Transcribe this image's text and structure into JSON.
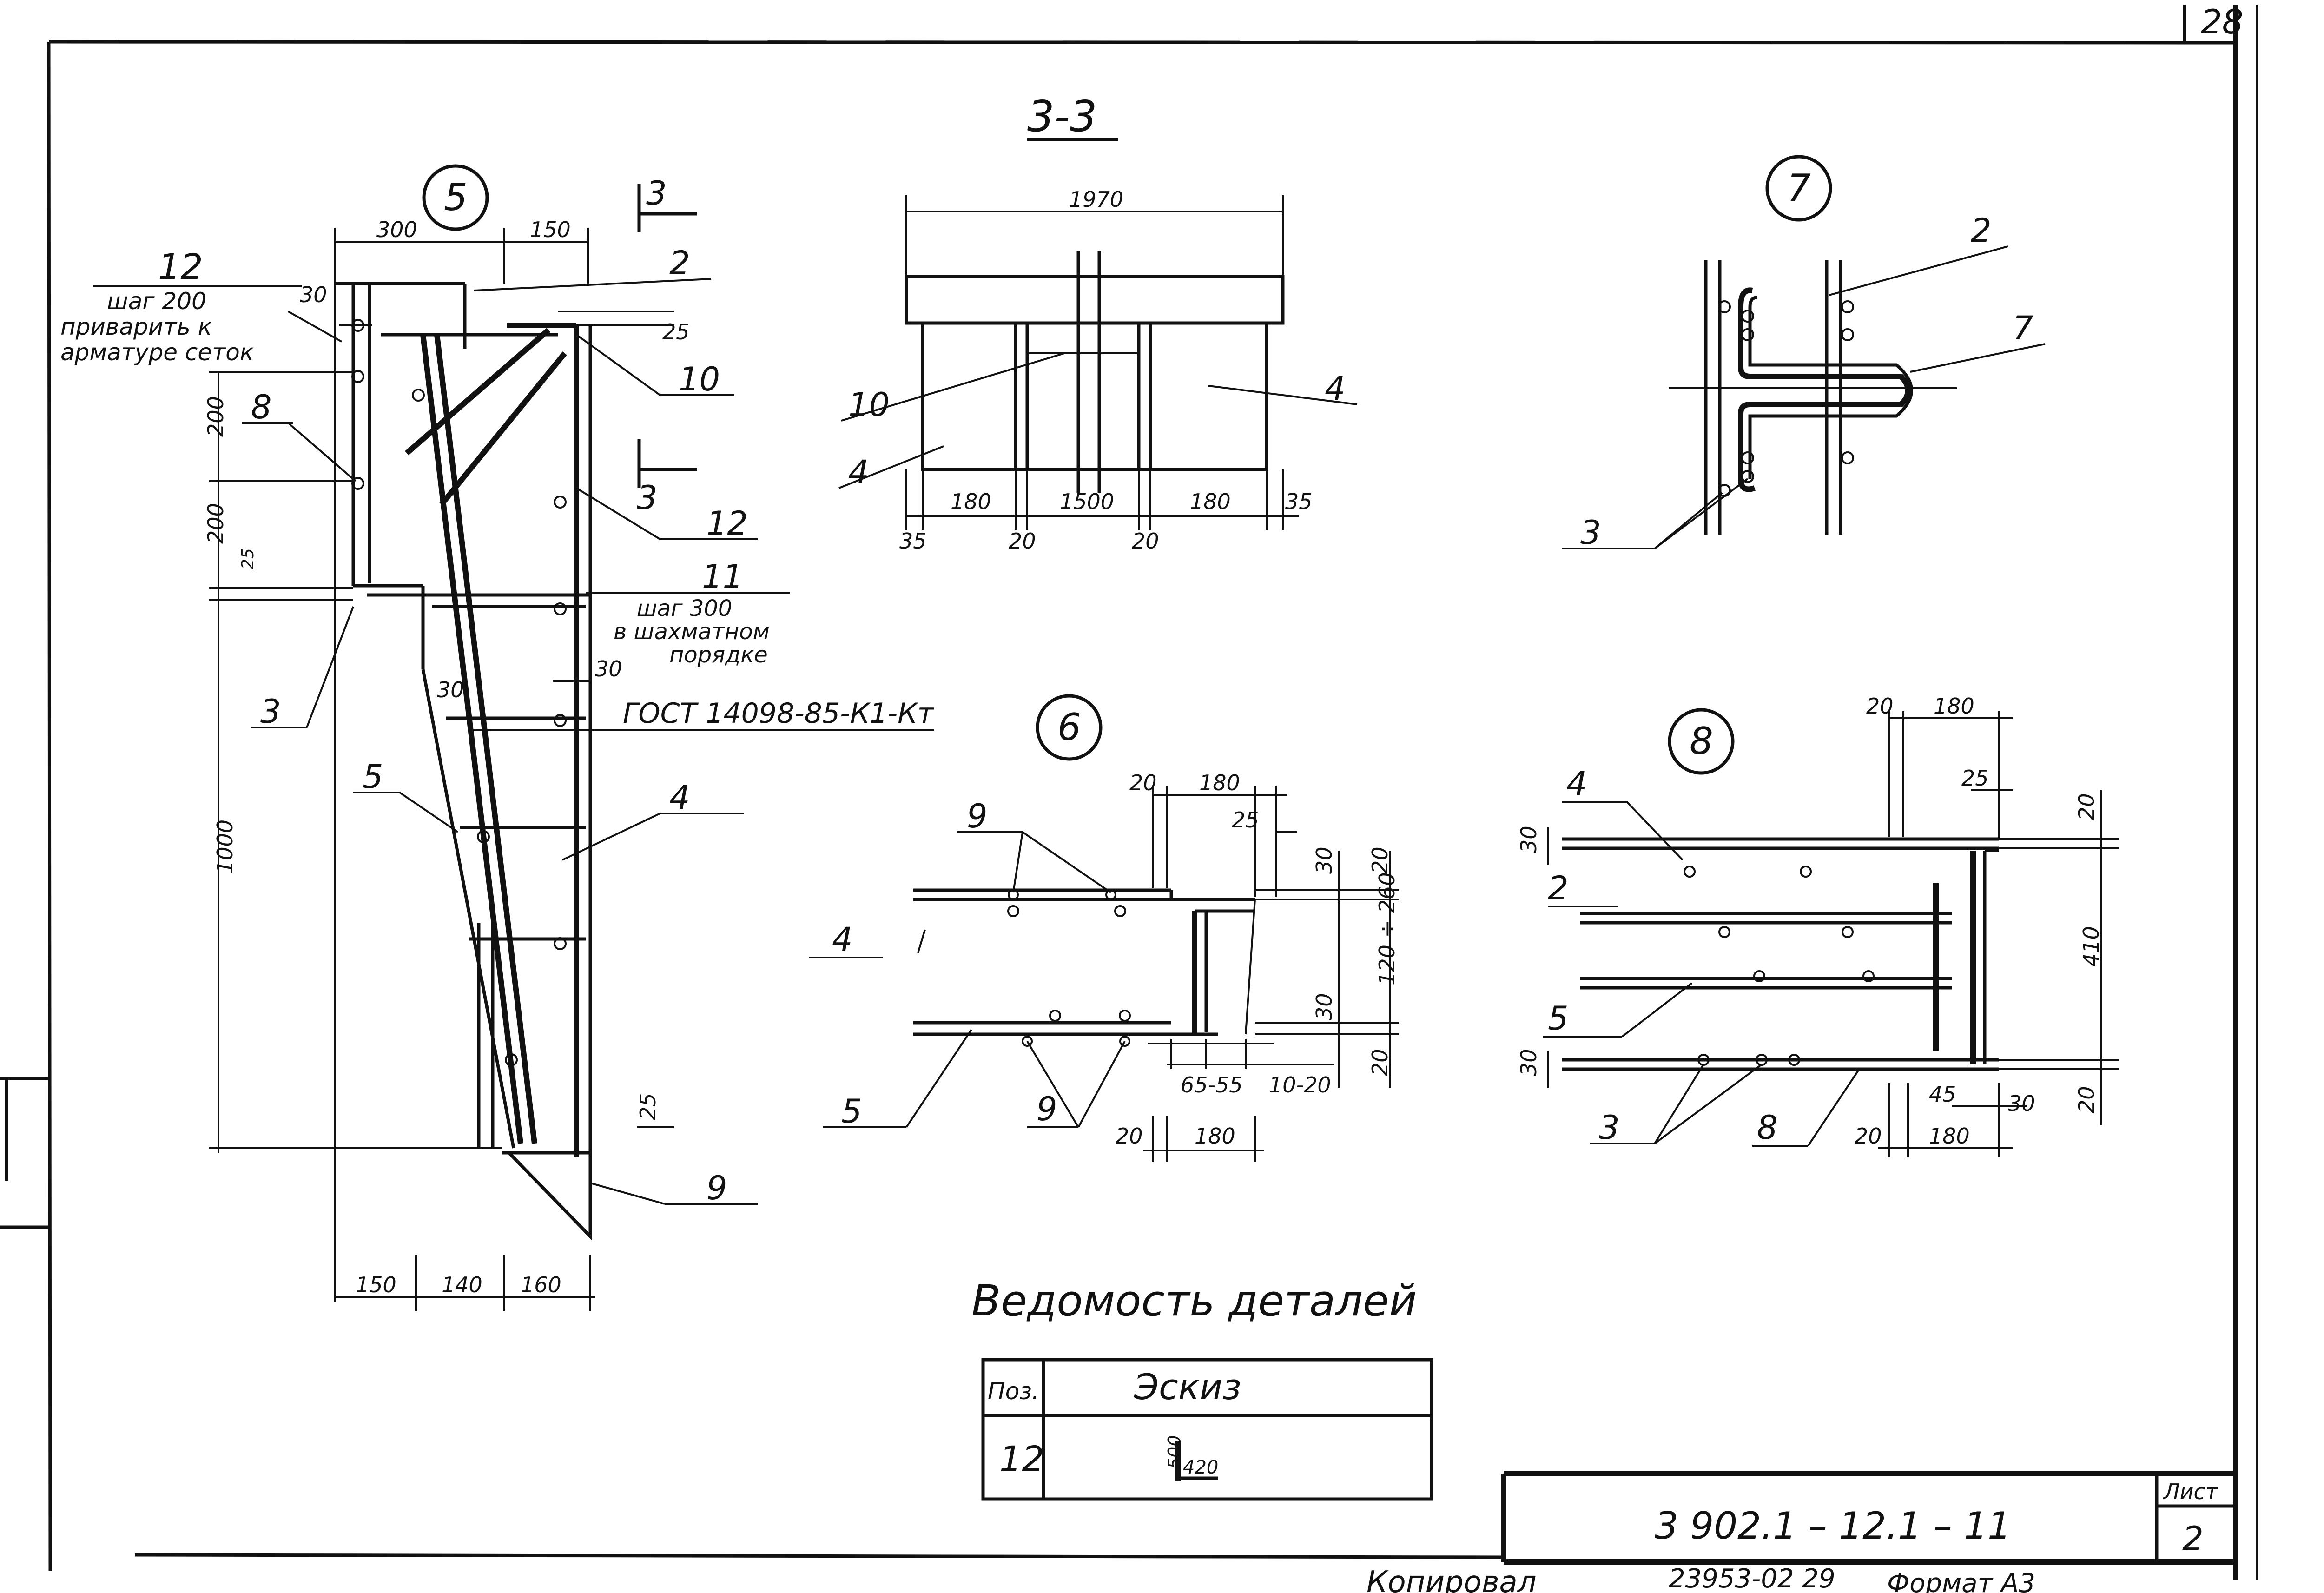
{
  "sheet": {
    "page_number": "28",
    "title_block": {
      "designation": "3 902.1 – 12.1 – 11",
      "list_label": "Лист",
      "list_number": "2"
    },
    "footer": {
      "copied": "Копировал",
      "order": "23953-02  29",
      "format": "Формат  А3"
    }
  },
  "section_3_3": {
    "title": "3-3",
    "dims_top": "1970",
    "dims_bottom": [
      "35",
      "180",
      "20",
      "1500",
      "20",
      "180",
      "35"
    ],
    "callouts": [
      "10",
      "4",
      "4"
    ]
  },
  "detail_5": {
    "marker": "5",
    "section_mark": "3",
    "dims_top": [
      "300",
      "150"
    ],
    "dims_right": [
      "25"
    ],
    "dims_left": [
      "200",
      "200",
      "25",
      "1000"
    ],
    "dims_bottom": [
      "150",
      "140",
      "160"
    ],
    "dim_25_bottom": "25",
    "dim_30_left": "30",
    "dim_30_inner": "30",
    "dim_30_right": "30",
    "callout_12_left": {
      "label": "12",
      "notes": [
        "шаг 200",
        "приварить к",
        "арматуре сеток"
      ]
    },
    "callout_11": {
      "label": "11",
      "notes": [
        "шаг 300",
        "в шахматном",
        "порядке"
      ]
    },
    "gost": "ГОСТ 14098-85-К1-Кт",
    "callouts": {
      "c2": "2",
      "c10": "10",
      "c12": "12",
      "c8": "8",
      "c3": "3",
      "c5": "5",
      "c4": "4",
      "c9": "9"
    }
  },
  "detail_6": {
    "marker": "6",
    "dims_top": [
      "20",
      "180",
      "25"
    ],
    "dims_right": [
      "30",
      "20",
      "120 ÷ 260",
      "30",
      "20"
    ],
    "dims_bottom": [
      "65-55",
      "10-20",
      "20",
      "180"
    ],
    "callouts": {
      "c9_top": "9",
      "c4": "4",
      "c5": "5",
      "c9_bottom": "9"
    }
  },
  "detail_7": {
    "marker": "7",
    "callouts": {
      "c2": "2",
      "c7": "7",
      "c3": "3"
    }
  },
  "detail_8": {
    "marker": "8",
    "dims_top": [
      "20",
      "180",
      "25"
    ],
    "dims_right": [
      "20",
      "410",
      "20"
    ],
    "dims_left": [
      "30",
      "30"
    ],
    "dims_bottom": [
      "45",
      "30",
      "20",
      "180"
    ],
    "callouts": {
      "c4": "4",
      "c2": "2",
      "c5": "5",
      "c3": "3",
      "c8": "8"
    }
  },
  "parts_schedule": {
    "title": "Ведомость деталей",
    "headers": [
      "Поз.",
      "Эскиз"
    ],
    "rows": [
      {
        "pos": "12",
        "sketch_dims": [
          "500",
          "420"
        ]
      }
    ]
  }
}
